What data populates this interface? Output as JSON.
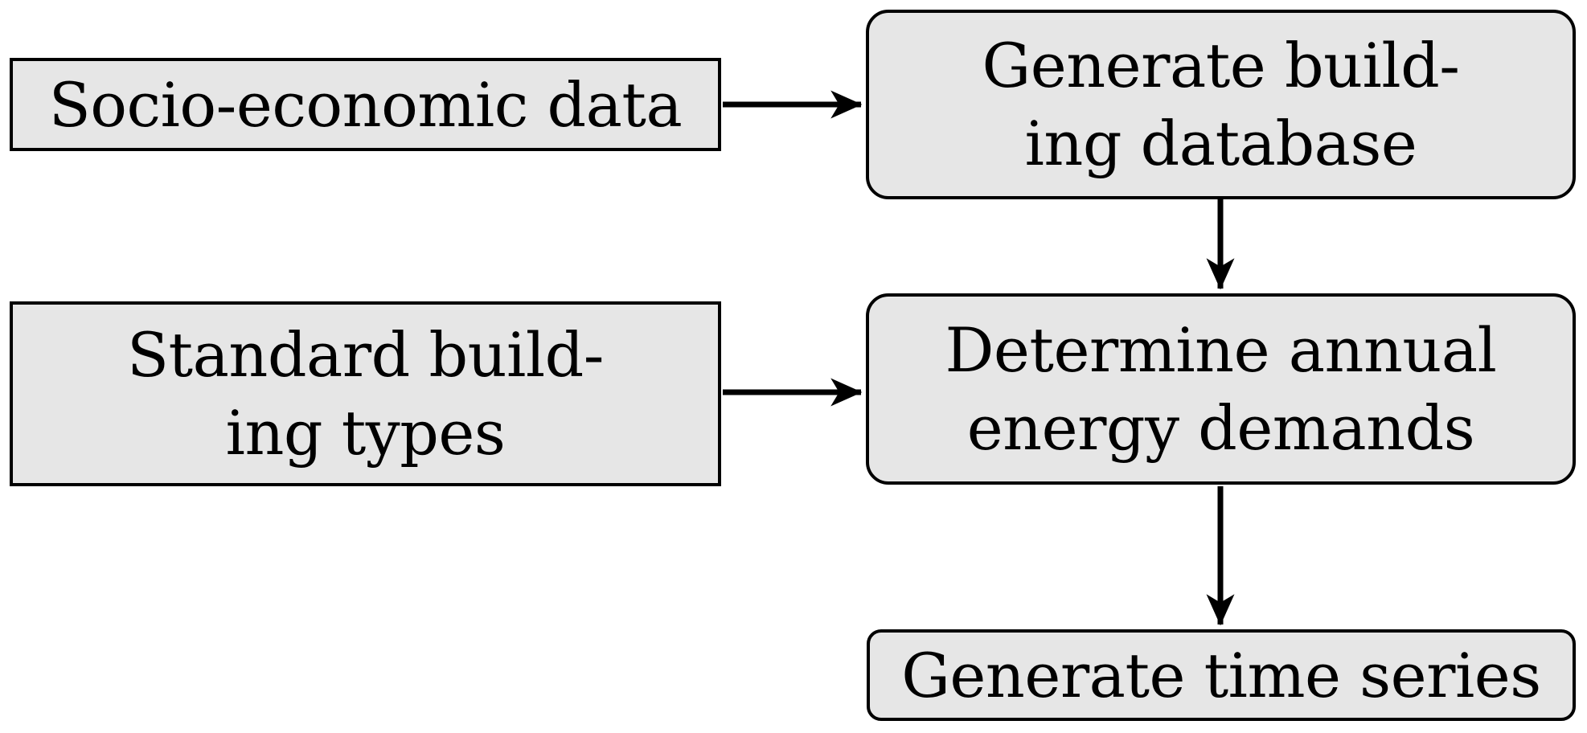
{
  "diagram": {
    "type": "flowchart",
    "background": "#ffffff",
    "colors": {
      "node_fill": "#e6e6e6",
      "node_border": "#000000",
      "arrow": "#000000",
      "text": "#000000"
    },
    "nodes": [
      {
        "id": "socio_economic_data",
        "label": "Socio-economic data",
        "shape": "rectangle"
      },
      {
        "id": "generate_building_database",
        "label": "Generate build-\ning database",
        "shape": "rounded-rectangle"
      },
      {
        "id": "standard_building_types",
        "label": "Standard build-\ning types",
        "shape": "rectangle"
      },
      {
        "id": "determine_annual_energy_demands",
        "label": "Determine annual\nenergy demands",
        "shape": "rounded-rectangle"
      },
      {
        "id": "generate_time_series",
        "label": "Generate time series",
        "shape": "rounded-rectangle"
      }
    ],
    "edges": [
      {
        "from": "socio_economic_data",
        "to": "generate_building_database",
        "direction": "right"
      },
      {
        "from": "standard_building_types",
        "to": "determine_annual_energy_demands",
        "direction": "right"
      },
      {
        "from": "generate_building_database",
        "to": "determine_annual_energy_demands",
        "direction": "down"
      },
      {
        "from": "determine_annual_energy_demands",
        "to": "generate_time_series",
        "direction": "down"
      }
    ]
  }
}
